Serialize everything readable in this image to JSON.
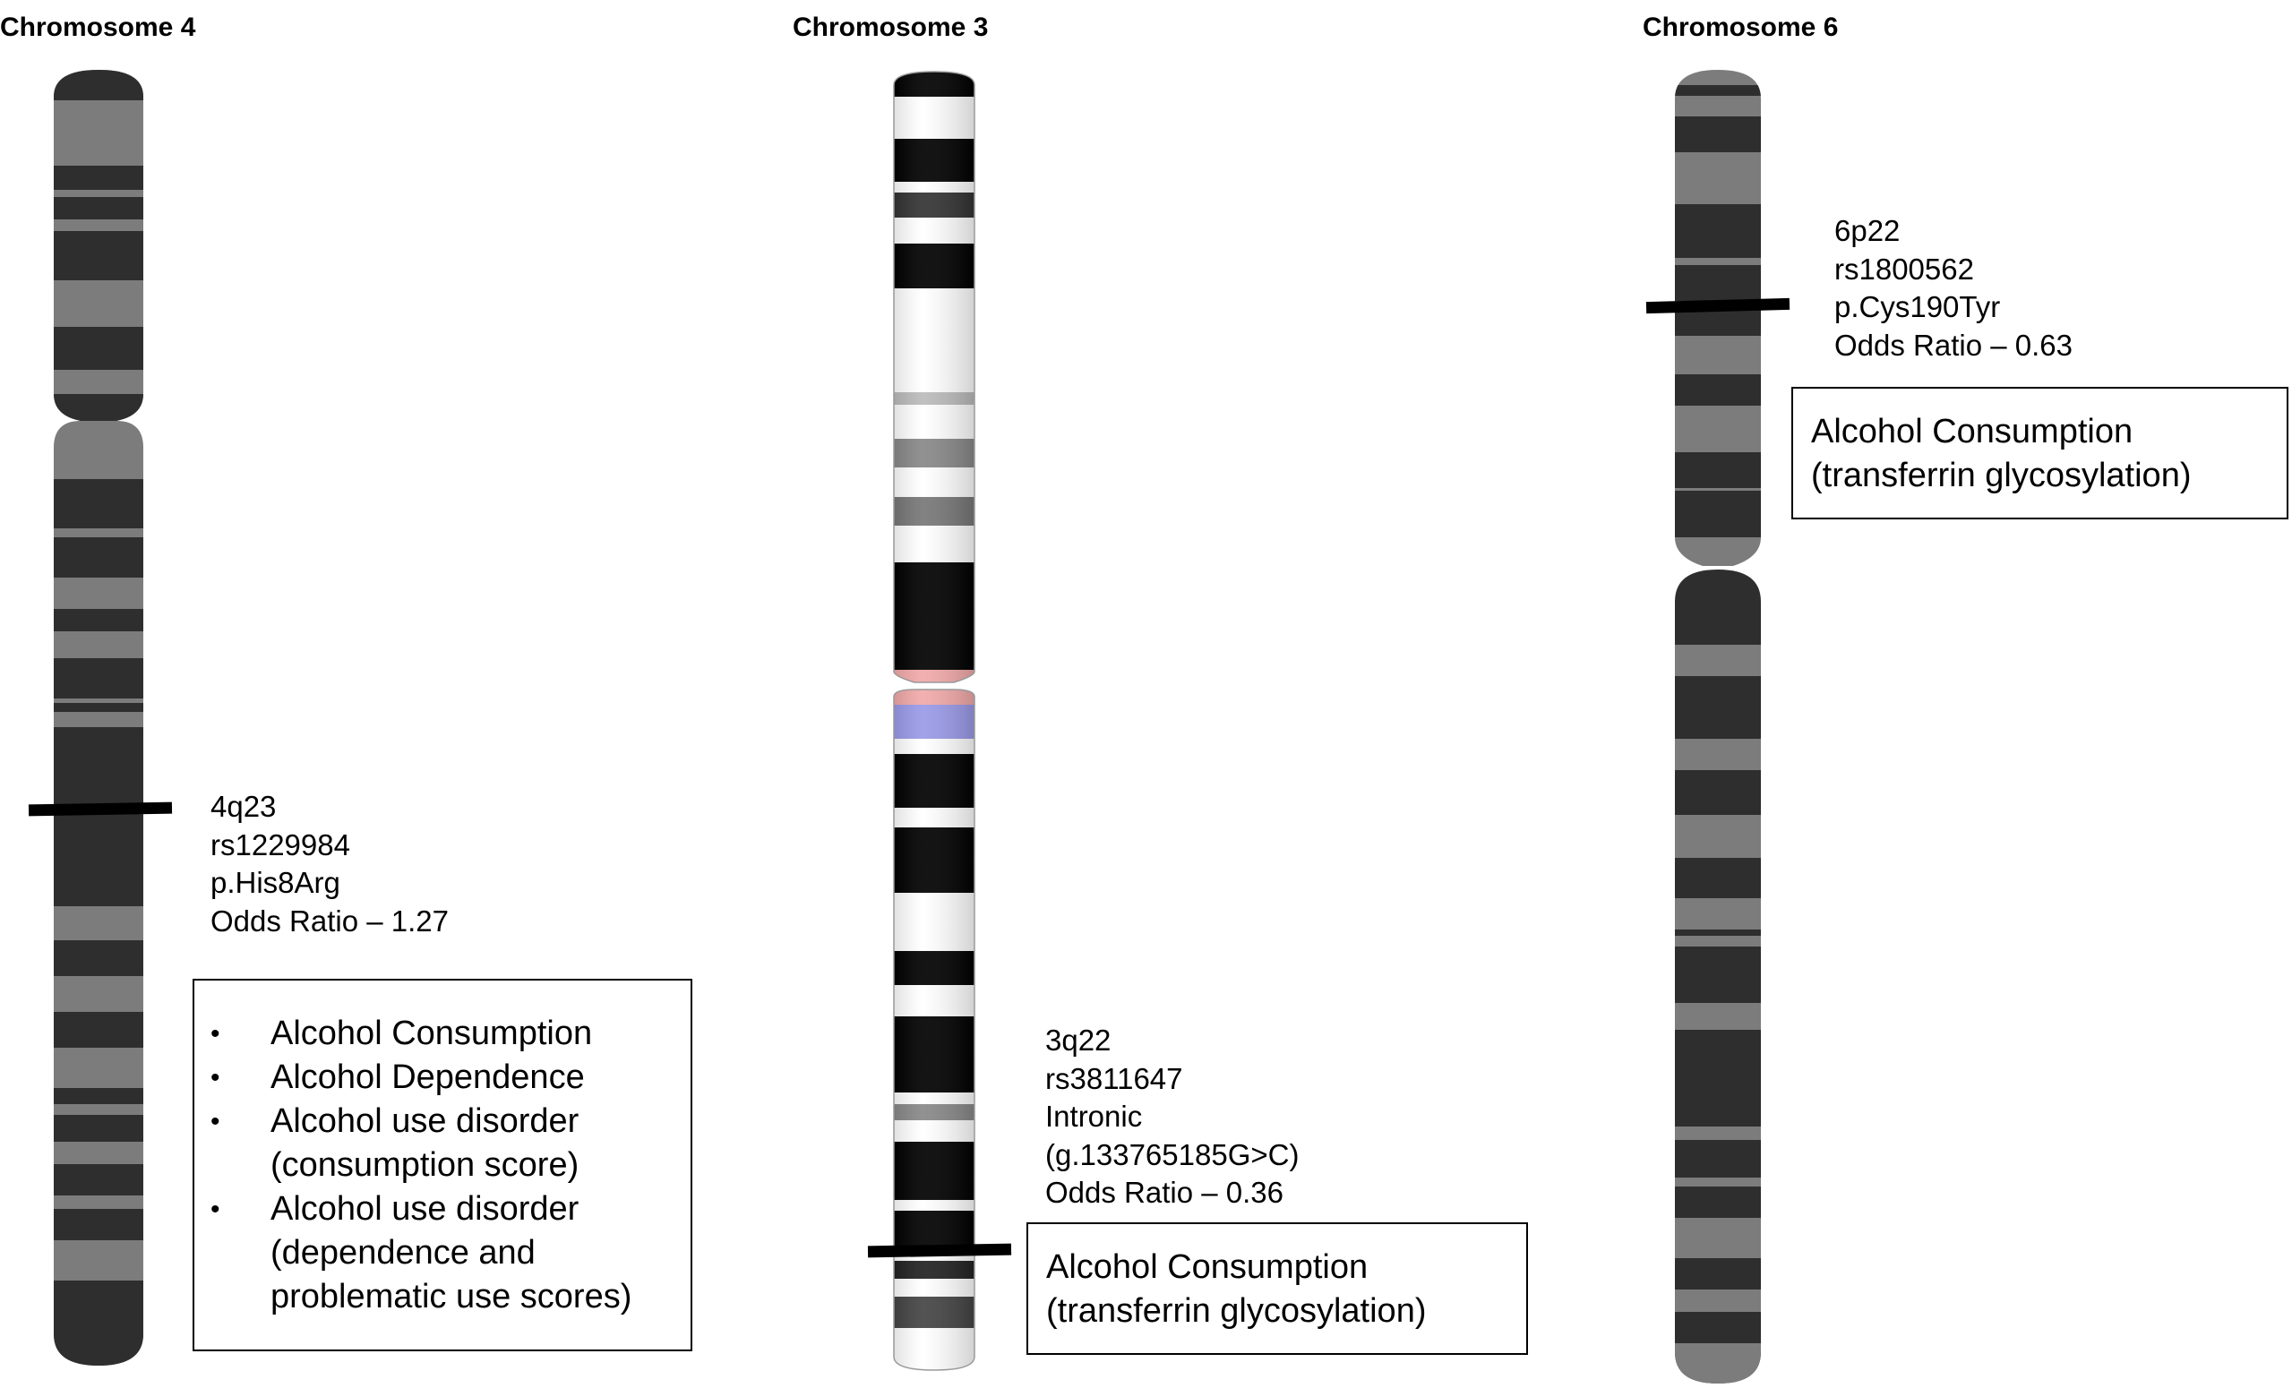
{
  "chromosomes": [
    {
      "title": "Chromosome 4",
      "locus": [
        "4q23",
        "rs1229984",
        "p.His8Arg",
        "Odds Ratio – 1.27"
      ],
      "phenotypes": [
        "Alcohol Consumption",
        "Alcohol Dependence",
        "Alcohol use disorder (consumption score)",
        "Alcohol use disorder (dependence and problematic use scores)"
      ],
      "colors": {
        "dark": "#2e2e2e",
        "light": "#7c7c7c"
      }
    },
    {
      "title": "Chromosome 3",
      "locus": [
        "3q22",
        "rs3811647",
        "Intronic",
        "(g.133765185G>C)",
        "Odds Ratio – 0.36"
      ],
      "phenotype_lines": [
        "Alcohol Consumption",
        "(transferrin glycosylation)"
      ],
      "colors": {
        "dark": "#000000",
        "light": "#ffffff",
        "centromere": "#f2a9a9",
        "heterochromatin": "#9a9ae8"
      }
    },
    {
      "title": "Chromosome 6",
      "locus": [
        "6p22",
        "rs1800562",
        "p.Cys190Tyr",
        "Odds Ratio – 0.63"
      ],
      "phenotype_lines": [
        "Alcohol Consumption",
        "(transferrin glycosylation)"
      ],
      "colors": {
        "dark": "#2e2e2e",
        "light": "#7c7c7c"
      }
    }
  ]
}
